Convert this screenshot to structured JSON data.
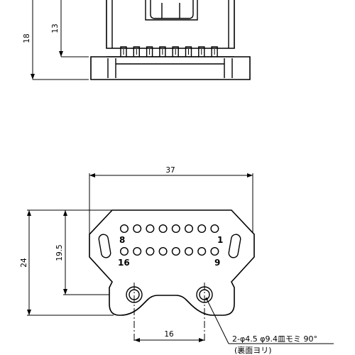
{
  "side_view": {
    "dims": {
      "overall_height": "18",
      "upper_height": "13"
    },
    "pin_count": 8
  },
  "top_view": {
    "dims": {
      "width": "37",
      "height": "24",
      "hole_row_height": "19.5",
      "hole_spacing": "16"
    },
    "pin_labels": {
      "top_left": "8",
      "top_right": "1",
      "bottom_left": "16",
      "bottom_right": "9"
    },
    "pins_per_row": 8,
    "rows": 2,
    "note_line1": "2-φ4.5 φ9.4皿モミ 90°",
    "note_line2": "(裏面ヨリ)"
  }
}
